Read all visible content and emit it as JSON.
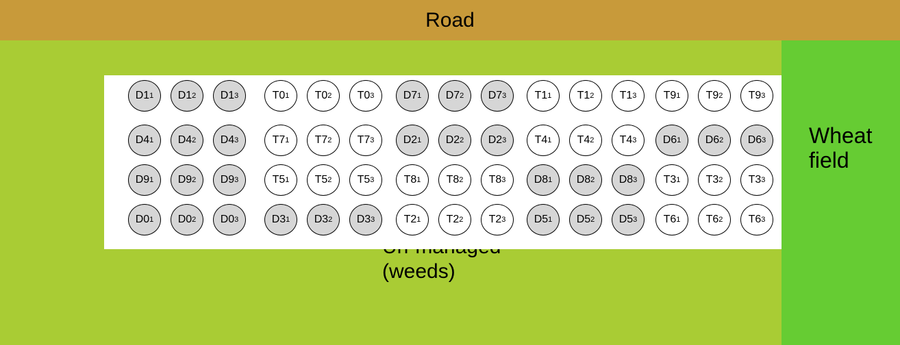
{
  "labels": {
    "road": "Road",
    "wheat_field": "Wheat\nfield",
    "unmanaged": "Un-managed\n(weeds)"
  },
  "colors": {
    "road": "#c89a3a",
    "unmanaged": "#a9cc34",
    "wheat_field": "#66cc33",
    "plot_area": "#ffffff",
    "d_plot": "#d6d6d6",
    "t_plot": "#ffffff"
  },
  "rows": [
    [
      {
        "id": "D1",
        "rep": "1"
      },
      {
        "id": "D1",
        "rep": "2"
      },
      {
        "id": "D1",
        "rep": "3"
      },
      {
        "id": "T0",
        "rep": "1"
      },
      {
        "id": "T0",
        "rep": "2"
      },
      {
        "id": "T0",
        "rep": "3"
      },
      {
        "id": "D7",
        "rep": "1"
      },
      {
        "id": "D7",
        "rep": "2"
      },
      {
        "id": "D7",
        "rep": "3"
      },
      {
        "id": "T1",
        "rep": "1"
      },
      {
        "id": "T1",
        "rep": "2"
      },
      {
        "id": "T1",
        "rep": "3"
      },
      {
        "id": "T9",
        "rep": "1"
      },
      {
        "id": "T9",
        "rep": "2"
      },
      {
        "id": "T9",
        "rep": "3"
      }
    ],
    [
      {
        "id": "D4",
        "rep": "1"
      },
      {
        "id": "D4",
        "rep": "2"
      },
      {
        "id": "D4",
        "rep": "3"
      },
      {
        "id": "T7",
        "rep": "1"
      },
      {
        "id": "T7",
        "rep": "2"
      },
      {
        "id": "T7",
        "rep": "3"
      },
      {
        "id": "D2",
        "rep": "1"
      },
      {
        "id": "D2",
        "rep": "2"
      },
      {
        "id": "D2",
        "rep": "3"
      },
      {
        "id": "T4",
        "rep": "1"
      },
      {
        "id": "T4",
        "rep": "2"
      },
      {
        "id": "T4",
        "rep": "3"
      },
      {
        "id": "D6",
        "rep": "1"
      },
      {
        "id": "D6",
        "rep": "2"
      },
      {
        "id": "D6",
        "rep": "3"
      }
    ],
    [
      {
        "id": "D9",
        "rep": "1"
      },
      {
        "id": "D9",
        "rep": "2"
      },
      {
        "id": "D9",
        "rep": "3"
      },
      {
        "id": "T5",
        "rep": "1"
      },
      {
        "id": "T5",
        "rep": "2"
      },
      {
        "id": "T5",
        "rep": "3"
      },
      {
        "id": "T8",
        "rep": "1"
      },
      {
        "id": "T8",
        "rep": "2"
      },
      {
        "id": "T8",
        "rep": "3"
      },
      {
        "id": "D8",
        "rep": "1"
      },
      {
        "id": "D8",
        "rep": "2"
      },
      {
        "id": "D8",
        "rep": "3"
      },
      {
        "id": "T3",
        "rep": "1"
      },
      {
        "id": "T3",
        "rep": "2"
      },
      {
        "id": "T3",
        "rep": "3"
      }
    ],
    [
      {
        "id": "D0",
        "rep": "1"
      },
      {
        "id": "D0",
        "rep": "2"
      },
      {
        "id": "D0",
        "rep": "3"
      },
      {
        "id": "D3",
        "rep": "1"
      },
      {
        "id": "D3",
        "rep": "2"
      },
      {
        "id": "D3",
        "rep": "3"
      },
      {
        "id": "T2",
        "rep": "1"
      },
      {
        "id": "T2",
        "rep": "2"
      },
      {
        "id": "T2",
        "rep": "3"
      },
      {
        "id": "D5",
        "rep": "1"
      },
      {
        "id": "D5",
        "rep": "2"
      },
      {
        "id": "D5",
        "rep": "3"
      },
      {
        "id": "T6",
        "rep": "1"
      },
      {
        "id": "T6",
        "rep": "2"
      },
      {
        "id": "T6",
        "rep": "3"
      }
    ]
  ]
}
